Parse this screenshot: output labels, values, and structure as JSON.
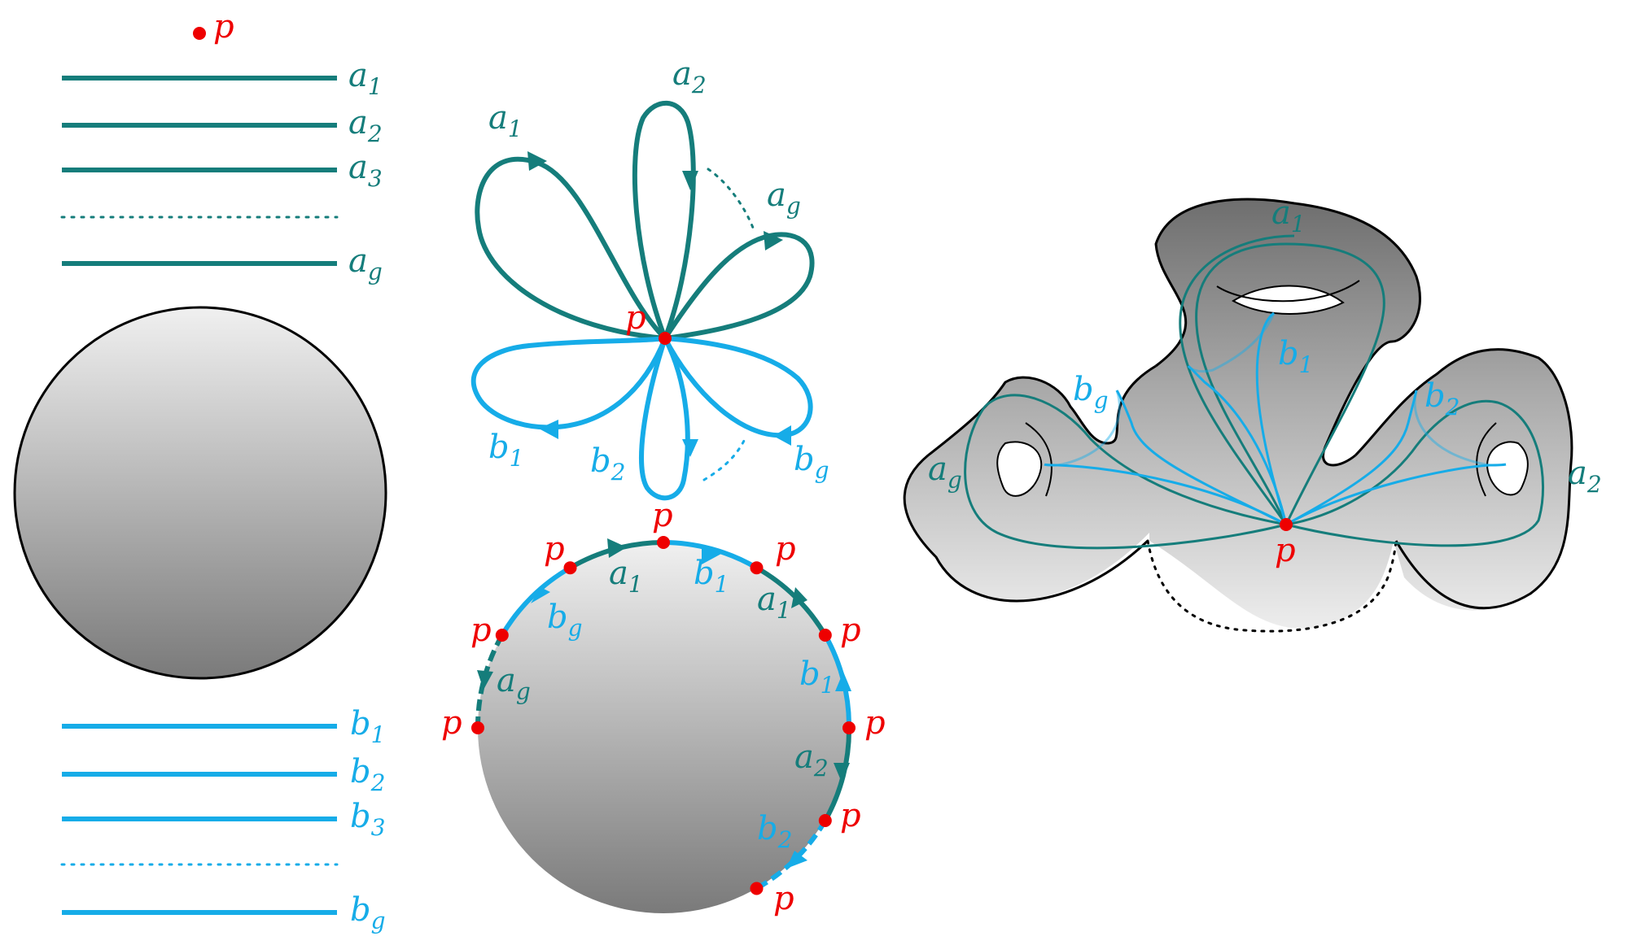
{
  "colors": {
    "a_curve": "#157d7b",
    "b_curve": "#16ace8",
    "basepoint": "#ee0000",
    "outline": "#000000",
    "shade_light": "#f0f0f0",
    "shade_dark": "#7a7a7a"
  },
  "labels": {
    "p": "p",
    "a": "a",
    "b": "b",
    "s1": "1",
    "s2": "2",
    "s3": "3",
    "sg": "g"
  }
}
